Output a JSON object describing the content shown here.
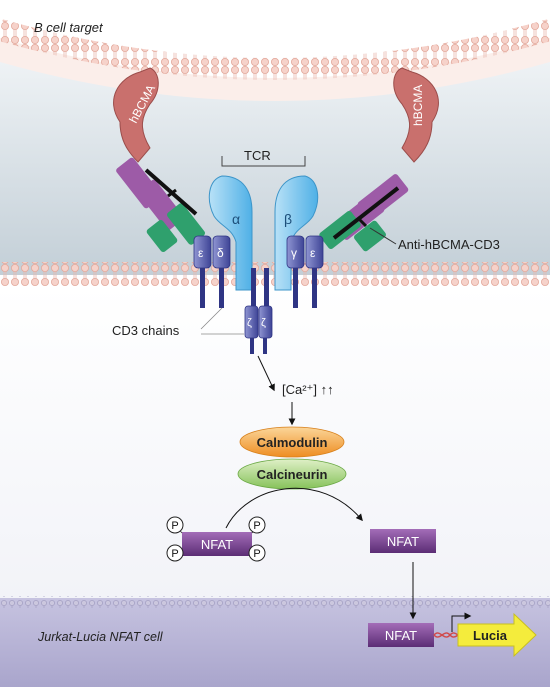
{
  "labels": {
    "b_cell_target": "B cell target",
    "jurkat_cell": "Jurkat-Lucia NFAT cell",
    "tcr": "TCR",
    "alpha": "α",
    "beta": "β",
    "epsilon": "ε",
    "delta": "δ",
    "gamma": "γ",
    "zeta": "ζ",
    "hbcma": "hBCMA",
    "anti_hbcma_cd3": "Anti-hBCMA-CD3",
    "cd3_chains": "CD3 chains",
    "ca_signal": "[Ca²⁺] ↑↑",
    "calmodulin": "Calmodulin",
    "calcineurin": "Calcineurin",
    "nfat": "NFAT",
    "phospho": "P",
    "lucia": "Lucia"
  },
  "colors": {
    "b_cell_membrane": "#f0c3b9",
    "b_cell_fill": "#fdf2ee",
    "cytoplasm_top": "#e9eef1",
    "cytoplasm_bottom": "#c1cdd5",
    "t_cell_membrane": "#efbfb6",
    "hbcma": "#c9706d",
    "scfv_purple": "#9d5ba7",
    "scfv_green": "#2fa06d",
    "tcr_blue": "#7ec7ee",
    "cd3_purple": "#575eaa",
    "cd3_dark": "#2f3584",
    "nucleus_membrane": "#9b99bc",
    "nucleus_fill": "#b9b6d6",
    "calmodulin": "#f2a23d",
    "calcineurin": "#9ccd6e",
    "nfat": "#6e3d86",
    "lucia": "#f4ec3c"
  }
}
